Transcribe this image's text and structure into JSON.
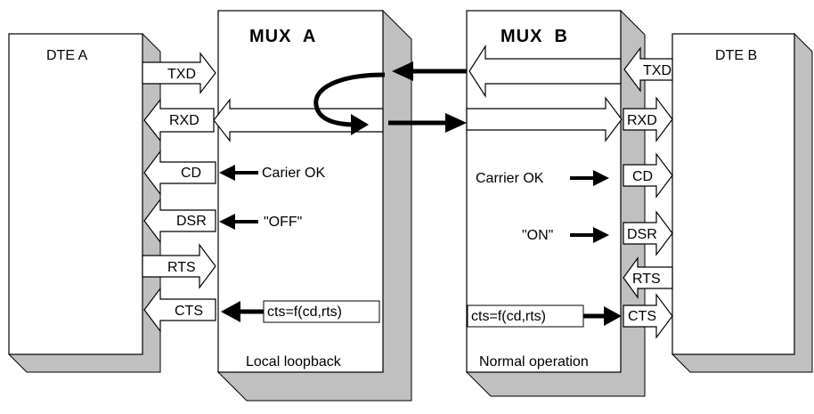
{
  "devices": {
    "dte_a": "DTE A",
    "mux_a": "MUX  A",
    "mux_b": "MUX  B",
    "dte_b": "DTE B"
  },
  "signals_a": {
    "txd": "TXD",
    "rxd": "RXD",
    "cd": "CD",
    "dsr": "DSR",
    "rts": "RTS",
    "cts": "CTS"
  },
  "signals_b": {
    "txd": "TXD",
    "rxd": "RXD",
    "cd": "CD",
    "dsr": "DSR",
    "rts": "RTS",
    "cts": "CTS"
  },
  "mux_a_labels": {
    "carrier": "Carier OK",
    "dsr_state": "\"OFF\"",
    "cts_formula": "cts=f(cd,rts)",
    "mode": "Local loopback"
  },
  "mux_b_labels": {
    "carrier": "Carrier OK",
    "dsr_state": "\"ON\"",
    "cts_formula": "cts=f(cd,rts)",
    "mode": "Normal operation"
  },
  "colors": {
    "box_fill": "#ffffff",
    "shadow": "#c0c0c0",
    "line": "#000000"
  }
}
